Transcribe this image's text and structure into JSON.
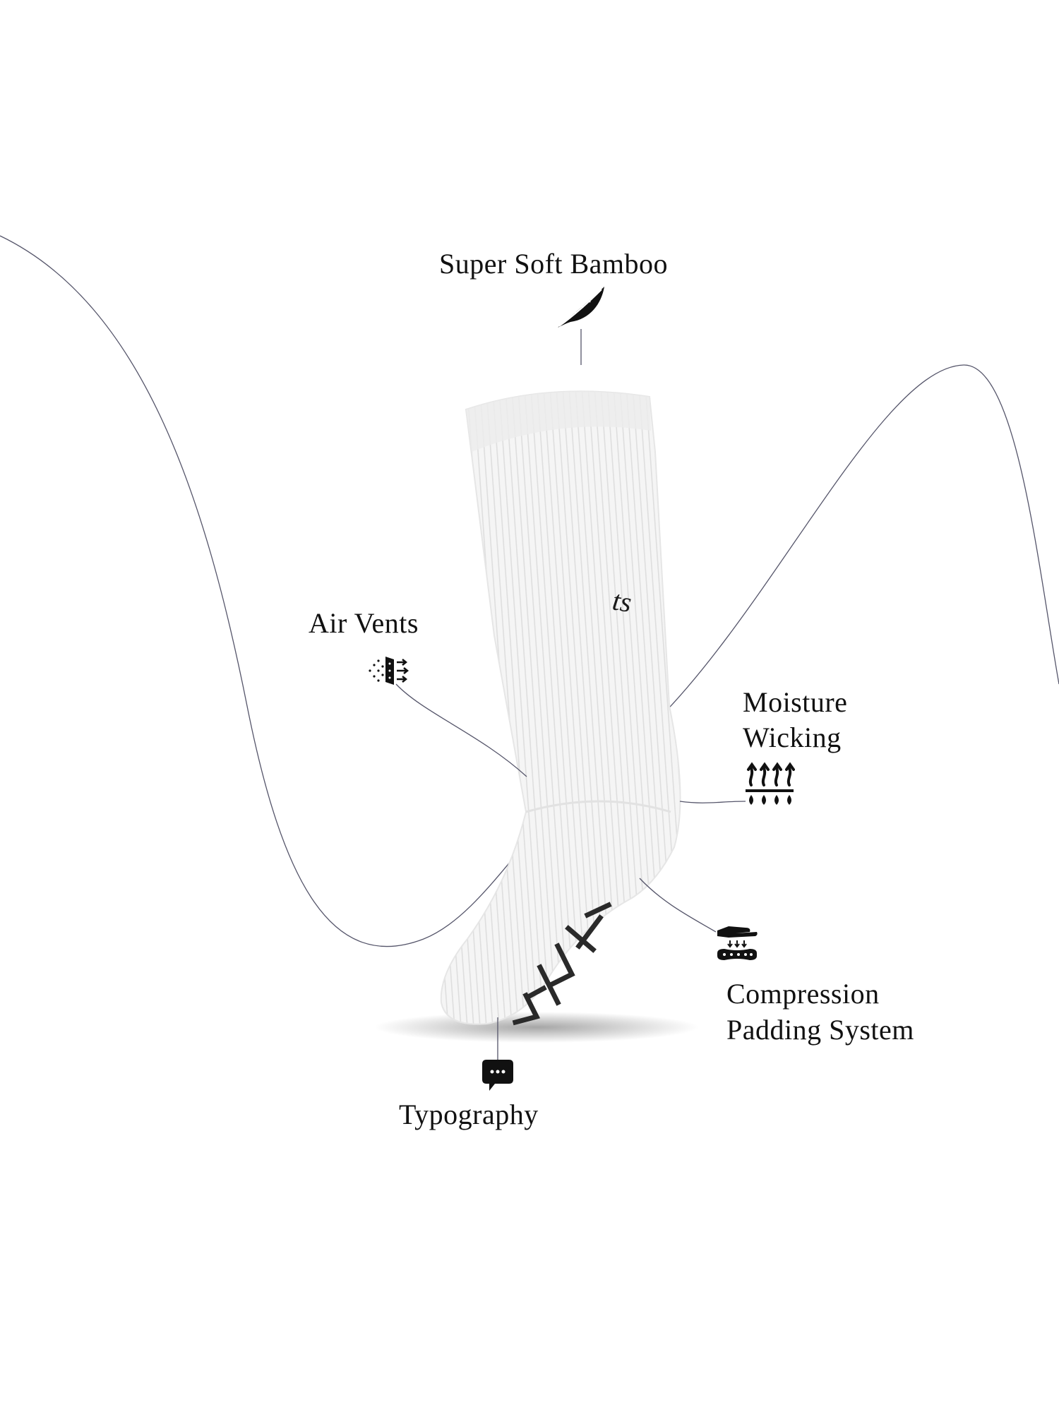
{
  "features": {
    "bamboo": {
      "label": "Super Soft Bamboo",
      "icon": "feather-icon"
    },
    "air_vents": {
      "label": "Air Vents",
      "icon": "air-vent-icon"
    },
    "moisture": {
      "line1": "Moisture",
      "line2": "Wicking",
      "icon": "moisture-wicking-icon"
    },
    "compression": {
      "line1": "Compression",
      "line2": "Padding System",
      "icon": "compression-pad-icon"
    },
    "typography": {
      "label": "Typography",
      "icon": "chat-bubble-icon"
    }
  },
  "product": {
    "logo": "ts"
  },
  "colors": {
    "sock": "#f4f4f4",
    "rib": "#dcdcdc",
    "line": "#55556a",
    "text": "#111111"
  }
}
